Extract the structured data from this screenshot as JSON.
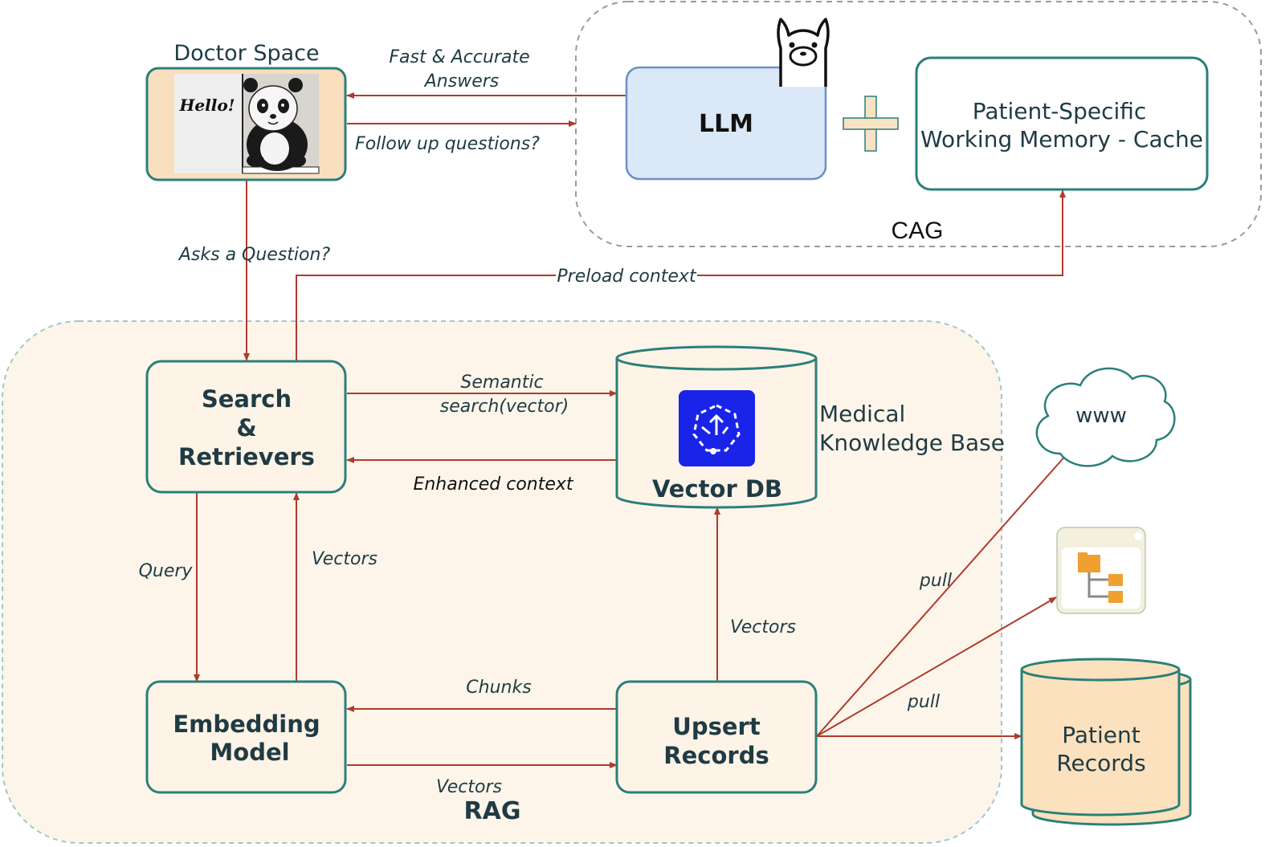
{
  "colors": {
    "teal": "#2a7f7a",
    "arrow": "#b03a2e",
    "cream": "#fdf3e6",
    "cream_region": "#fdf5ea",
    "llm_fill": "#dbe8f8",
    "llm_stroke": "#6d8fc4",
    "vectordb_icon": "#1a23e8",
    "folder": "#f0a030",
    "patient_fill": "#fbe1bd"
  },
  "doctor_space": {
    "title": "Doctor Space",
    "bubble_text": "Hello!",
    "icon": "panda-illustration-icon"
  },
  "cag": {
    "label": "CAG",
    "llm_label": "LLM",
    "llm_icon": "llama-icon",
    "plus_icon": "plus-icon",
    "memory_line1": "Patient-Specific",
    "memory_line2": "Working Memory - Cache"
  },
  "rag": {
    "label": "RAG",
    "search_line1": "Search",
    "search_line2": "&",
    "search_line3": "Retrievers",
    "embedding_line1": "Embedding",
    "embedding_line2": "Model",
    "upsert_line1": "Upsert",
    "upsert_line2": "Records",
    "vectordb_label": "Vector DB",
    "vectordb_icon": "vector-db-logo-icon",
    "kb_line1": "Medical",
    "kb_line2": "Knowledge Base"
  },
  "sources": {
    "www_label": "www",
    "www_icon": "cloud-icon",
    "folder_icon": "folder-tree-icon",
    "patient_line1": "Patient",
    "patient_line2": "Records"
  },
  "edges": {
    "fast_line1": "Fast & Accurate",
    "fast_line2": "Answers",
    "follow_up": "Follow up questions?",
    "asks": "Asks a Question?",
    "preload": "Preload context",
    "semantic_line1": "Semantic",
    "semantic_line2": "search(vector)",
    "enhanced": "Enhanced context",
    "query": "Query",
    "vectors_up": "Vectors",
    "vectors_db": "Vectors",
    "chunks": "Chunks",
    "vectors_bottom": "Vectors",
    "pull_top": "pull",
    "pull_bottom": "pull"
  }
}
